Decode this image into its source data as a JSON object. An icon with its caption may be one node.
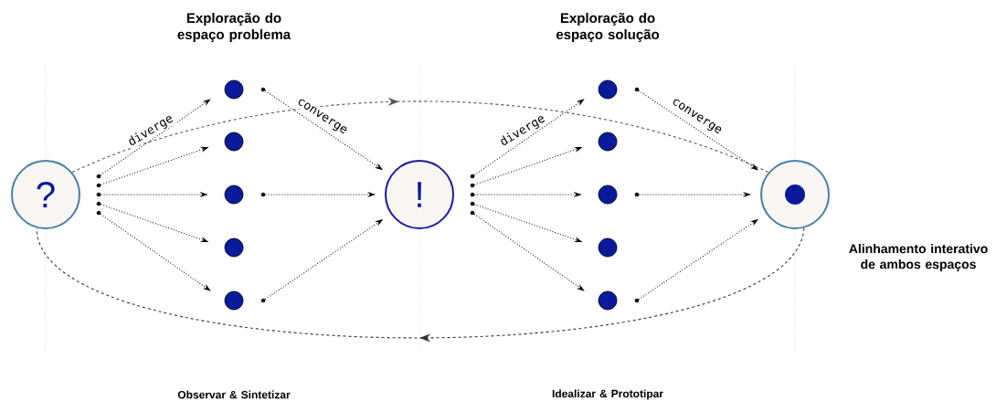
{
  "diagram": {
    "nodes": [
      {
        "text": [
          "?"
        ]
      },
      {
        "text": [],
        "shape": "circle"
      },
      {
        "text": [],
        "shape": "circle"
      },
      {
        "text": [],
        "shape": "circle"
      },
      {
        "text": [],
        "shape": "circle"
      },
      {
        "text": [],
        "shape": "circle"
      },
      {
        "text": [
          "!"
        ]
      },
      {
        "text": [],
        "shape": "circle"
      },
      {
        "text": [],
        "shape": "circle"
      },
      {
        "text": [],
        "shape": "circle"
      },
      {
        "text": [],
        "shape": "circle"
      },
      {
        "text": [],
        "shape": "circle"
      },
      {
        "text": [],
        "shape": "circle",
        "beside": [
          "Alinhamento interativo de ambos espaços"
        ]
      },
      {
        "text": [],
        "shape": "dot"
      },
      {
        "text": [],
        "shape": "dot"
      },
      {
        "text": [],
        "shape": "dot"
      },
      {
        "text": [],
        "shape": "dot"
      },
      {
        "text": [],
        "shape": "dot"
      },
      {
        "text": [],
        "shape": "dot"
      },
      {
        "text": [],
        "shape": "dot"
      },
      {
        "text": [],
        "shape": "dot"
      },
      {
        "text": [],
        "shape": "dot"
      },
      {
        "text": [],
        "shape": "dot"
      },
      {
        "text": [],
        "shape": "dot"
      },
      {
        "text": [],
        "shape": "dot"
      },
      {
        "text": [],
        "shape": "dot"
      },
      {
        "text": [],
        "shape": "dot"
      },
      {
        "text": [],
        "shape": "dot"
      },
      {
        "text": [],
        "shape": "dot"
      }
    ],
    "edges": [
      {
        "from": 13,
        "to": 1,
        "arrow": "to",
        "label": "diverge"
      },
      {
        "from": 14,
        "to": 2,
        "arrow": "to"
      },
      {
        "from": 15,
        "to": 3,
        "arrow": "to"
      },
      {
        "from": 16,
        "to": 4,
        "arrow": "to"
      },
      {
        "from": 17,
        "to": 5,
        "arrow": "to"
      },
      {
        "from": 18,
        "to": 6,
        "arrow": "to",
        "label": "converge"
      },
      {
        "from": 19,
        "to": 6,
        "arrow": "to"
      },
      {
        "from": 20,
        "to": 6,
        "arrow": "to"
      },
      {
        "from": 21,
        "to": 7,
        "arrow": "to",
        "label": "diverge"
      },
      {
        "from": 22,
        "to": 8,
        "arrow": "to"
      },
      {
        "from": 23,
        "to": 9,
        "arrow": "to"
      },
      {
        "from": 24,
        "to": 10,
        "arrow": "to"
      },
      {
        "from": 25,
        "to": 11,
        "arrow": "to"
      },
      {
        "from": 26,
        "to": 12,
        "arrow": "to",
        "label": "converge"
      },
      {
        "from": 27,
        "to": 12,
        "arrow": "to"
      },
      {
        "from": 28,
        "to": 12,
        "arrow": "to"
      },
      {
        "from": 0,
        "to": 12,
        "arrow": "to",
        "style": "dashed",
        "color": "#555555"
      },
      {
        "from": 12,
        "to": 0,
        "arrow": "to",
        "style": "dashed",
        "color": "#333333"
      }
    ],
    "labels": [
      "Exploração do espaço problema",
      "Exploração do espaço solução",
      "Observar & Sintetizar",
      "Idealizar & Prototipar"
    ]
  }
}
